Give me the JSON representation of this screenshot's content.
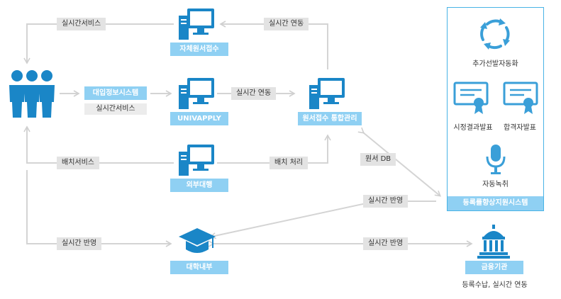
{
  "nodes": {
    "self_application": "자체원서접수",
    "univapply": "UNIVAPPLY",
    "integrated": "원서접수 통합관리",
    "outsourcing": "외부대행",
    "university": "대학내부",
    "finance": "금융기관",
    "entrance_info": "대입정보시스템",
    "support_system": "등록률향상지원시스템"
  },
  "labels": {
    "realtime_service_top": "실시간서비스",
    "realtime_link_top": "실시간 연동",
    "realtime_service_sub": "실시간서비스",
    "realtime_link_mid": "실시간 연동",
    "batch_service": "배치서비스",
    "batch_process": "배치 처리",
    "application_db": "원서 DB",
    "realtime_reflect_right": "실시간 반영",
    "realtime_reflect_left": "실시간 반영",
    "realtime_reflect_bottom": "실시간 반영",
    "finance_caption": "등록수납, 실시간 연동"
  },
  "panel": {
    "auto_addition": "추가선발자동화",
    "screening_result": "시정결과발표",
    "pass_announce": "합격자발표",
    "auto_recording": "자동녹취"
  },
  "colors": {
    "accent": "#1a86c7",
    "node_box": "#8fd0f3",
    "label_bg": "#e3e3e3",
    "line": "#d4d4d4",
    "panel_border": "#49b3e6",
    "panel_icon": "#3a9fd8"
  },
  "icons": [
    "people-icon",
    "computer-icon",
    "graduation-cap-icon",
    "bank-icon",
    "refresh-cycle-icon",
    "certificate-icon",
    "microphone-icon"
  ]
}
